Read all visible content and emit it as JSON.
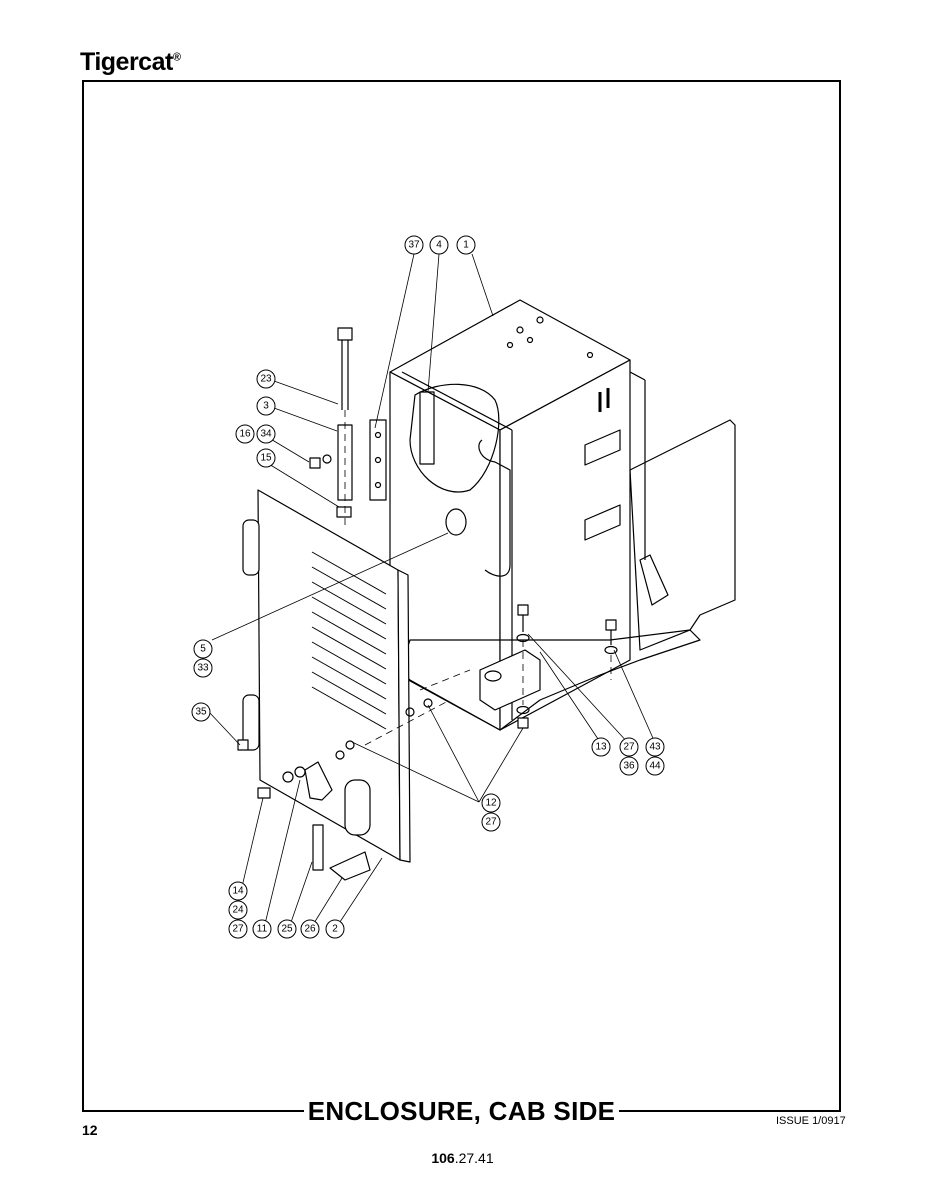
{
  "header": {
    "brand": "Tigercat",
    "registered_mark": "®"
  },
  "title": "ENCLOSURE, CAB SIDE",
  "page_number": "12",
  "issue": "ISSUE 1/0917",
  "doc_code": {
    "bold": "106",
    "rest": ".27.41"
  },
  "callouts": {
    "c37": "37",
    "c4": "4",
    "c1": "1",
    "c23": "23",
    "c3": "3",
    "c16": "16",
    "c34": "34",
    "c15": "15",
    "c5": "5",
    "c33": "33",
    "c35": "35",
    "c13": "13",
    "c27a": "27",
    "c43": "43",
    "c36": "36",
    "c44": "44",
    "c12": "12",
    "c27b": "27",
    "c14": "14",
    "c24": "24",
    "c27c": "27",
    "c11": "11",
    "c25": "25",
    "c26": "26",
    "c2": "2"
  }
}
